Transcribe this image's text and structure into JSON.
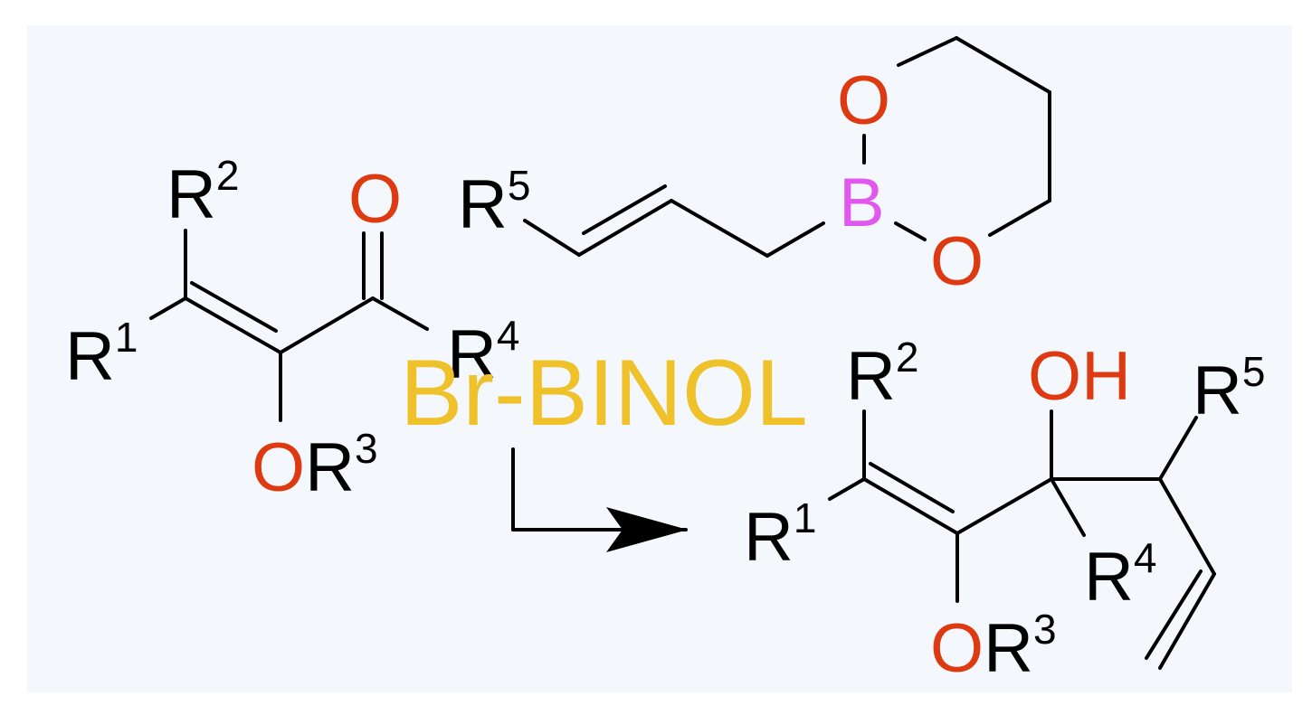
{
  "colors": {
    "background": "#f4f8fd",
    "bond": "#000000",
    "carbon_label": "#000000",
    "oxygen": "#dd3a11",
    "boron": "#e158ee",
    "catalyst": "#efc22c"
  },
  "catalyst": "Br-BINOL",
  "labels": {
    "r": "R",
    "o": "O",
    "b": "B",
    "oh": "OH",
    "n1": "1",
    "n2": "2",
    "n3": "3",
    "n4": "4",
    "n5": "5"
  }
}
